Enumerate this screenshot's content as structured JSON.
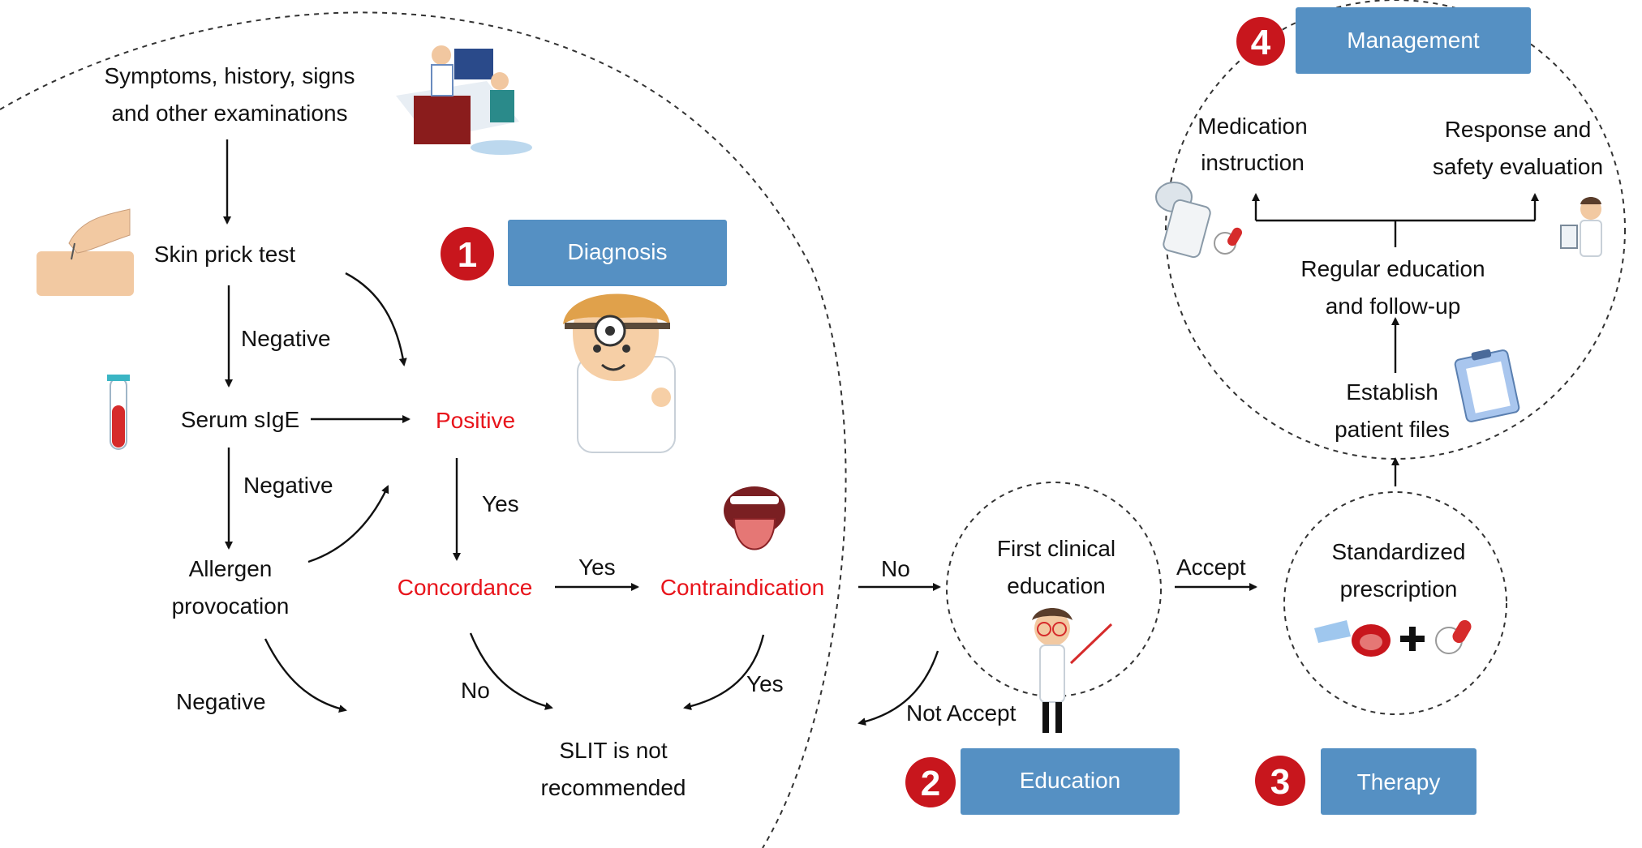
{
  "stages": {
    "diagnosis": {
      "number": "1",
      "label": "Diagnosis"
    },
    "education": {
      "number": "2",
      "label": "Education"
    },
    "therapy": {
      "number": "3",
      "label": "Therapy"
    },
    "management": {
      "number": "4",
      "label": "Management"
    }
  },
  "diagnosis_flow": {
    "symptoms_line1": "Symptoms, history, signs",
    "symptoms_line2": "and other examinations",
    "skin_prick": "Skin prick test",
    "serum": "Serum sIgE",
    "allergen_line1": "Allergen",
    "allergen_line2": "provocation",
    "positive": "Positive",
    "concordance": "Concordance",
    "contraindication": "Contraindication",
    "slit_line1": "SLIT is not",
    "slit_line2": "recommended"
  },
  "edge_labels": {
    "negative1": "Negative",
    "negative2": "Negative",
    "negative3": "Negative",
    "yes1": "Yes",
    "yes2": "Yes",
    "yes3": "Yes",
    "no1": "No",
    "no2": "No",
    "accept": "Accept",
    "not_accept": "Not Accept"
  },
  "education_node": {
    "line1": "First clinical",
    "line2": "education"
  },
  "therapy_node": {
    "line1": "Standardized",
    "line2": "prescription"
  },
  "management_nodes": {
    "medication_line1": "Medication",
    "medication_line2": "instruction",
    "response_line1": "Response and",
    "response_line2": "safety evaluation",
    "regular_line1": "Regular education",
    "regular_line2": "and follow-up",
    "establish_line1": "Establish",
    "establish_line2": "patient files"
  },
  "colors": {
    "box_blue": "#5590c3",
    "badge_red": "#c8161d",
    "highlight_red": "#e8141b"
  }
}
